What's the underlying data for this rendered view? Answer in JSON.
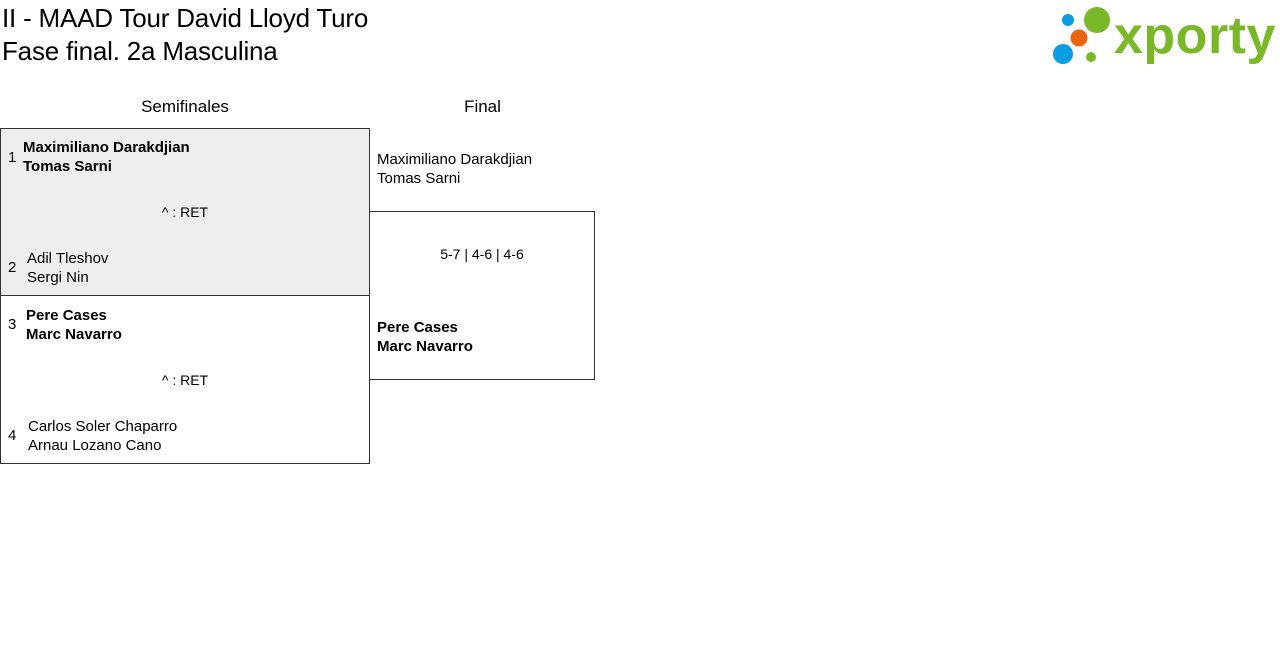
{
  "header": {
    "title_line1": "II - MAAD Tour David Lloyd Turo",
    "title_line2": "Fase final. 2a Masculina"
  },
  "logo": {
    "text": "xporty",
    "colors": {
      "green": "#7ab829",
      "blue": "#0b9be0",
      "orange": "#e8650c"
    }
  },
  "columns": {
    "semifinals": "Semifinales",
    "final": "Final"
  },
  "semifinals": [
    {
      "highlighted": true,
      "result": "^ : RET",
      "team_a": {
        "seed": "1",
        "player1": "Maximiliano Darakdjian",
        "player2": "Tomas Sarni",
        "winner": true
      },
      "team_b": {
        "seed": "2",
        "player1": "Adil Tleshov",
        "player2": "Sergi Nin",
        "winner": false
      }
    },
    {
      "highlighted": false,
      "result": "^ : RET",
      "team_a": {
        "seed": "3",
        "player1": "Pere Cases",
        "player2": "Marc Navarro",
        "winner": true
      },
      "team_b": {
        "seed": "4",
        "player1": "Carlos Soler Chaparro",
        "player2": "Arnau Lozano Cano",
        "winner": false
      }
    }
  ],
  "final": {
    "result": "5-7 | 4-6 | 4-6",
    "team_a": {
      "player1": "Maximiliano Darakdjian",
      "player2": "Tomas Sarni",
      "winner": false
    },
    "team_b": {
      "player1": "Pere Cases",
      "player2": "Marc Navarro",
      "winner": true
    }
  },
  "theme": {
    "highlight_bg": "#eeeeee",
    "border": "#333333"
  }
}
